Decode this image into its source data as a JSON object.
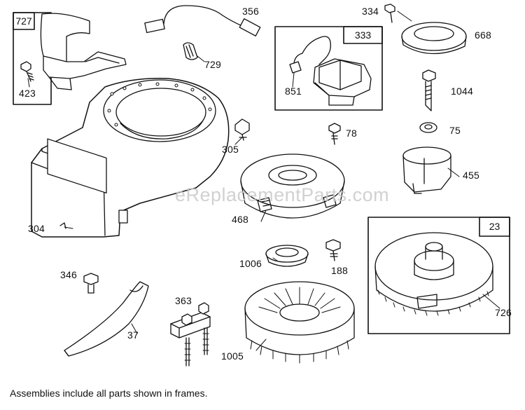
{
  "watermark": "eReplacementParts.com",
  "footer_note": "Assemblies include all parts shown in frames.",
  "frames": {
    "f727": "727",
    "f333": "333",
    "f23": "23"
  },
  "part_labels": {
    "p423": "423",
    "p356": "356",
    "p729": "729",
    "p851": "851",
    "p334": "334",
    "p668": "668",
    "p1044": "1044",
    "p75": "75",
    "p78": "78",
    "p305": "305",
    "p455": "455",
    "p304": "304",
    "p468": "468",
    "p1006": "1006",
    "p188": "188",
    "p346": "346",
    "p37": "37",
    "p363": "363",
    "p1005": "1005",
    "p726": "726"
  }
}
